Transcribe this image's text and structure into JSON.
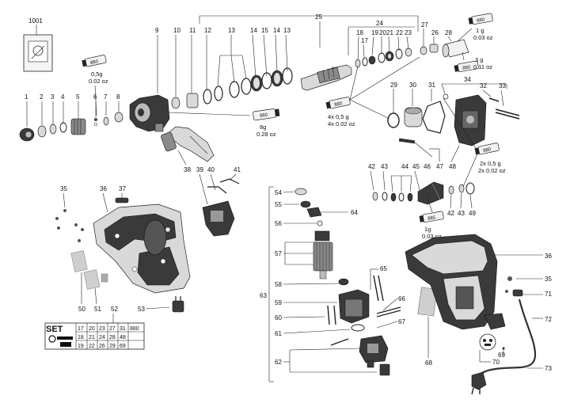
{
  "labels": {
    "n1001": "1001",
    "n1": "1",
    "n2": "2",
    "n3": "3",
    "n4": "4",
    "n5": "5",
    "n6": "6",
    "n7": "7",
    "n8": "8",
    "n9": "9",
    "n10": "10",
    "n11": "11",
    "n12": "12",
    "n13": "13",
    "n14": "14",
    "n15": "15",
    "n14b": "14",
    "n13b": "13",
    "n25": "25",
    "n24": "24",
    "n18": "18",
    "n19": "19",
    "n20": "20",
    "n21": "21",
    "n22": "22",
    "n23": "23",
    "n17": "17",
    "n27": "27",
    "n26": "26",
    "n28": "28",
    "n29": "29",
    "n30": "30",
    "n31": "31",
    "n34": "34",
    "n32": "32",
    "n33": "33",
    "n38": "38",
    "n39": "39",
    "n40": "40",
    "n41": "41",
    "n35": "35",
    "n36": "36",
    "n37": "37",
    "n42": "42",
    "n43": "43",
    "n44": "44",
    "n45": "45",
    "n46": "46",
    "n47": "47",
    "n48": "48",
    "n42b": "42",
    "n43b": "43",
    "n49": "49",
    "n54": "54",
    "n55": "55",
    "n64": "64",
    "n56": "56",
    "n57": "57",
    "n58": "58",
    "n59": "59",
    "n60": "60",
    "n61": "61",
    "n62": "62",
    "n63": "63",
    "n65": "65",
    "n66": "66",
    "n67": "67",
    "n68": "68",
    "n50": "50",
    "n51": "51",
    "n52": "52",
    "n53": "53",
    "n36b": "36",
    "n35b": "35",
    "n71": "71",
    "n72": "72",
    "n69": "69",
    "n70": "70",
    "n73": "73"
  },
  "grease": {
    "g1_tube": "880",
    "g1_q1": "0,5g",
    "g1_q2": "0.02 oz",
    "g2_tube": "880",
    "g2_q1": "8g",
    "g2_q2": "0.28 oz",
    "g3_tube": "880",
    "g3_q1": "4x 0,5 g",
    "g3_q2": "4x 0.02 oz",
    "g4_tube": "880",
    "g4_q1": "1 g",
    "g4_q2": "0.03 oz",
    "g5_tube": "880",
    "g5_q1": "3 g",
    "g5_q2": "0.11 oz",
    "g6_tube": "880",
    "g6_q1": "2x 0,5 g",
    "g6_q2": "2x 0.02 oz",
    "g7_tube": "885",
    "g7_q1": "1g",
    "g7_q2": "0.03 oz"
  },
  "set_table": {
    "title": "SET",
    "row1": [
      "17",
      "20",
      "23",
      "27",
      "31",
      "880"
    ],
    "row2": [
      "18",
      "21",
      "24",
      "28",
      "48"
    ],
    "row3": [
      "19",
      "22",
      "26",
      "29",
      "69"
    ]
  }
}
